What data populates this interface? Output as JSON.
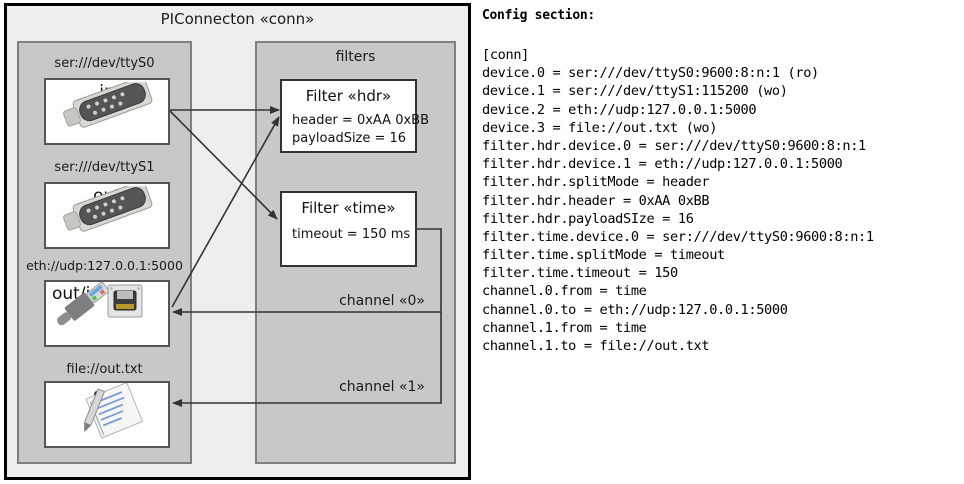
{
  "diagram": {
    "title": "PIConnecton «conn»",
    "devices_panel": {
      "devices": [
        {
          "label": "ser:///dev/ttyS0",
          "direction": "in",
          "icon": "serial-port-icon"
        },
        {
          "label": "ser:///dev/ttyS1",
          "direction": "out",
          "icon": "serial-port-icon"
        },
        {
          "label": "eth://udp:127.0.0.1:5000",
          "direction": "out/in",
          "icon": "ethernet-plug-icon"
        },
        {
          "label": "file://out.txt",
          "direction": "out",
          "icon": "text-file-icon"
        }
      ]
    },
    "filters_panel": {
      "title": "filters",
      "filters": [
        {
          "title": "Filter «hdr»",
          "props": [
            "header = 0xAA 0xBB",
            "payloadSize = 16"
          ]
        },
        {
          "title": "Filter «time»",
          "props": [
            "timeout = 150 ms"
          ]
        }
      ],
      "channels": [
        {
          "label": "channel «0»"
        },
        {
          "label": "channel «1»"
        }
      ]
    }
  },
  "config": {
    "heading": "Config section:",
    "lines": [
      "[conn]",
      "device.0 = ser:///dev/ttyS0:9600:8:n:1 (ro)",
      "device.1 = ser:///dev/ttyS1:115200 (wo)",
      "device.2 = eth://udp:127.0.0.1:5000",
      "device.3 = file://out.txt (wo)",
      "filter.hdr.device.0 = ser:///dev/ttyS0:9600:8:n:1",
      "filter.hdr.device.1 = eth://udp:127.0.0.1:5000",
      "filter.hdr.splitMode = header",
      "filter.hdr.header = 0xAA 0xBB",
      "filter.hdr.payloadSIze = 16",
      "filter.time.device.0 = ser:///dev/ttyS0:9600:8:n:1",
      "filter.time.splitMode = timeout",
      "filter.time.timeout = 150",
      "channel.0.from = time",
      "channel.0.to = eth://udp:127.0.0.1:5000",
      "channel.1.from = time",
      "channel.1.to = file://out.txt"
    ]
  },
  "colors": {
    "panel_fill": "#c8c8c8",
    "frame_fill": "#eeeeee",
    "frame_border": "#000000",
    "card_fill": "#ffffff",
    "wire": "#333333"
  }
}
